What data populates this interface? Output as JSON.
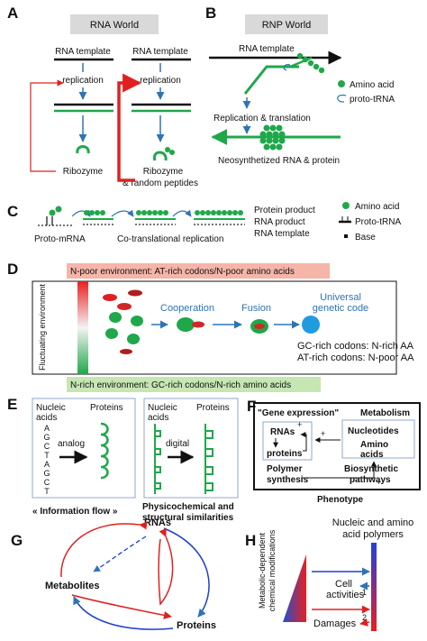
{
  "panels": {
    "A": {
      "letter": "A",
      "header": "RNA World",
      "left": {
        "template": "RNA template",
        "replication": "replication",
        "product": "Ribozyme"
      },
      "right": {
        "template": "RNA template",
        "replication": "replication",
        "product1": "Ribozyme",
        "product2": "& random peptides"
      }
    },
    "B": {
      "letter": "B",
      "header": "RNP World",
      "template": "RNA template",
      "amino_acid": "Amino acid",
      "proto_trna": "proto-tRNA",
      "process": "Replication & translation",
      "result": "Neosynthetized RNA & protein"
    },
    "C": {
      "letter": "C",
      "proto_mrna": "Proto-mRNA",
      "process": "Co-translational replication",
      "products": [
        "Protein product",
        "RNA product",
        "RNA template"
      ],
      "legend": [
        "Amino acid",
        "Proto-tRNA",
        "Base"
      ]
    },
    "D": {
      "letter": "D",
      "top_env": "N-poor environment: AT-rich codons/N-poor amino acids",
      "bottom_env": "N-rich environment: GC-rich codons/N-rich amino acids",
      "side_label": "Fluctuating environment",
      "cooperation": "Cooperation",
      "fusion": "Fusion",
      "code1": "Universal",
      "code2": "genetic code",
      "gc": "GC-rich codons: N-rich AA",
      "at": "AT-rich codons: N-poor AA"
    },
    "E": {
      "letter": "E",
      "nucleic1": "Nucleic",
      "acids1": "acids",
      "proteins1": "Proteins",
      "sequence": [
        "A",
        "G",
        "C",
        "T",
        "A",
        "G",
        "C",
        "T"
      ],
      "analog": "analog",
      "nucleic2": "Nucleic",
      "acids2": "acids",
      "proteins2": "Proteins",
      "digital": "digital",
      "flow": "« Information flow »",
      "similar1": "Physicochemical and",
      "similar2": "structural similarities"
    },
    "F": {
      "letter": "F",
      "gene_expr": "\"Gene expression\"",
      "metabolism": "Metabolism",
      "rnas": "RNAs",
      "proteins": "proteins",
      "nucleotides": "Nucleotides",
      "amino1": "Amino",
      "amino2": "acids",
      "poly1": "Polymer",
      "poly2": "synthesis",
      "bio1": "Biosynthetic",
      "bio2": "pathways",
      "phenotype": "Phenotype",
      "plus": "+"
    },
    "G": {
      "letter": "G",
      "rnas": "RNAs",
      "metabolites": "Metabolites",
      "proteins": "Proteins"
    },
    "H": {
      "letter": "H",
      "side1": "Metabolic-dependent",
      "side2": "chemical modifications",
      "top1": "Nucleic and amino",
      "top2": "acid polymers",
      "cell1": "Cell",
      "cell2": "activities",
      "damages": "Damages",
      "one": "1",
      "two": "2"
    }
  },
  "colors": {
    "blue": "#2e74b5",
    "red": "#e02020",
    "green": "#1fa84a",
    "grey_header": "#d9d9d9"
  }
}
